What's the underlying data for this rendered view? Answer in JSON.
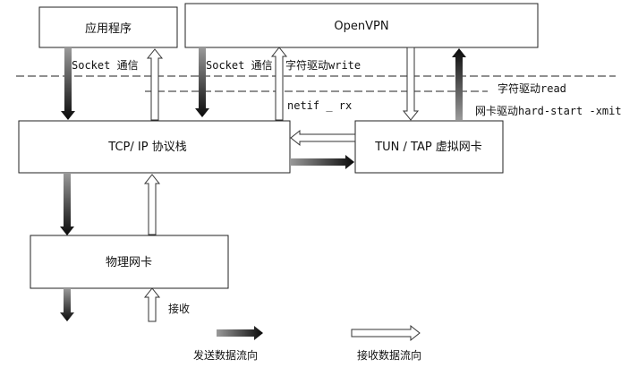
{
  "boxes": {
    "app": "应用程序",
    "openvpn": "OpenVPN",
    "tcpip": "TCP/ IP 协议栈",
    "tuntap": "TUN / TAP 虚拟网卡",
    "phy": "物理网卡"
  },
  "labels": {
    "socket_left": "Socket 通信",
    "socket_right": "Socket 通信",
    "char_write": "字符驱动write",
    "char_read": "字符驱动read",
    "netif_rx": "netif _ rx",
    "nic_xmit": "网卡驱动hard-start -xmit",
    "receive": "接收"
  },
  "legend": {
    "send": "发送数据流向",
    "recv": "接收数据流向"
  },
  "colors": {
    "send_dark": "#0a0a0a",
    "send_light": "#9a9a9a",
    "outline": "#222222"
  }
}
